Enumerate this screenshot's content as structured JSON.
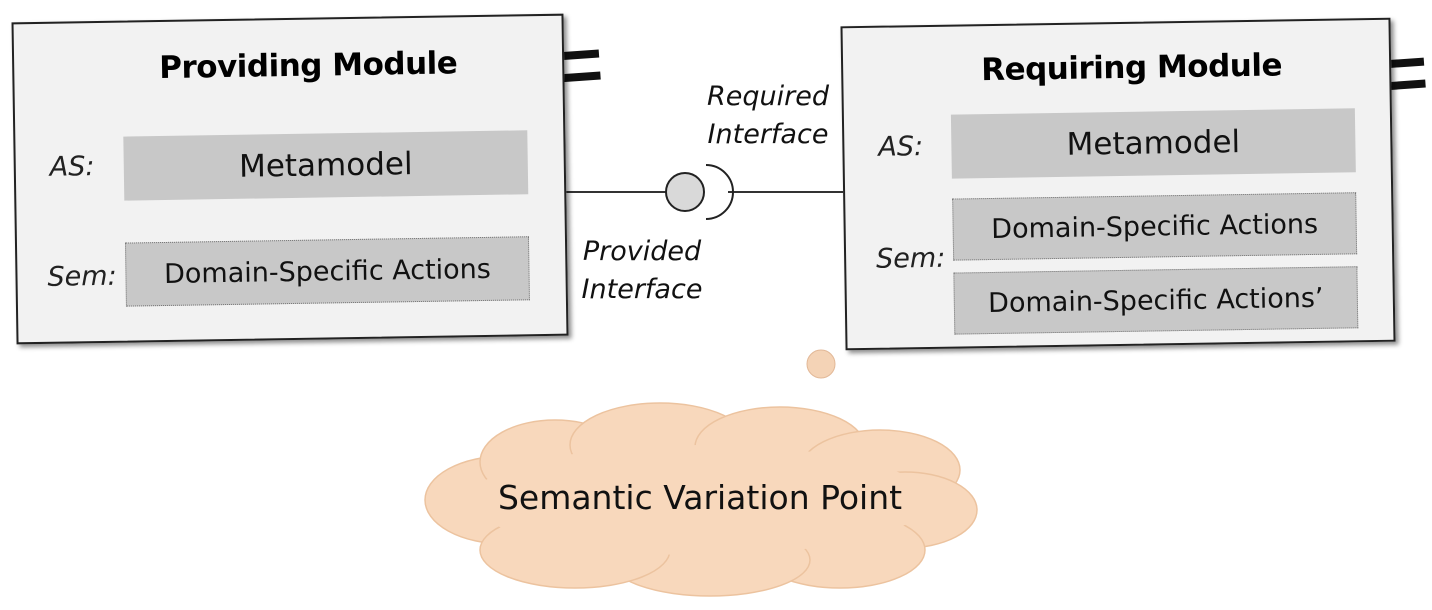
{
  "providing_module": {
    "title": "Providing Module",
    "as_label": "AS:",
    "sem_label": "Sem:",
    "metamodel": "Metamodel",
    "actions": "Domain-Specific Actions"
  },
  "requiring_module": {
    "title": "Requiring Module",
    "as_label": "AS:",
    "sem_label": "Sem:",
    "metamodel": "Metamodel",
    "actions": "Domain-Specific Actions",
    "actions_variant": "Domain-Specific Actions’"
  },
  "interfaces": {
    "required_line1": "Required",
    "required_line2": "Interface",
    "provided_line1": "Provided",
    "provided_line2": "Interface"
  },
  "callout": {
    "text": "Semantic Variation Point"
  },
  "colors": {
    "module_fill": "#f2f2f2",
    "field_fill": "#c8c8c8",
    "cloud_fill": "#f8d8bc",
    "connector": "#222222"
  }
}
